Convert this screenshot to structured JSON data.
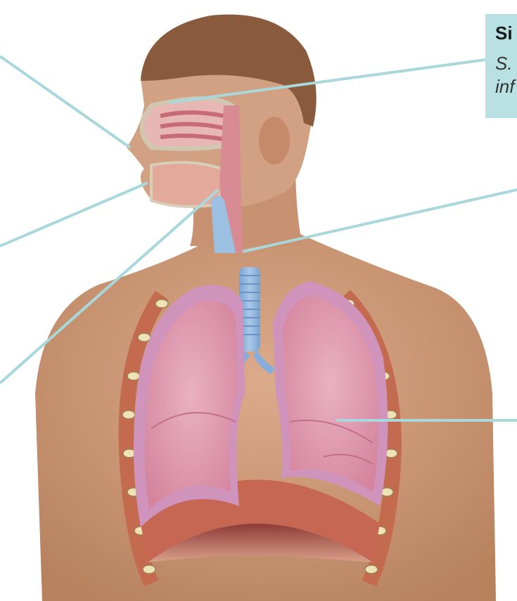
{
  "label": {
    "title": "Si",
    "subtitle_line1": "S.",
    "subtitle_line2": "inf"
  },
  "colors": {
    "skin": "#d4a07f",
    "skin_shadow": "#b98062",
    "hair": "#8a5a3c",
    "lung": "#d98aa3",
    "lung_inner": "#e8a8bc",
    "pleura": "#cf93bc",
    "trachea": "#8fb6dd",
    "diaphragm": "#c0624e",
    "leader_line": "#a9d8dc",
    "label_box": "#b9e0e2"
  }
}
